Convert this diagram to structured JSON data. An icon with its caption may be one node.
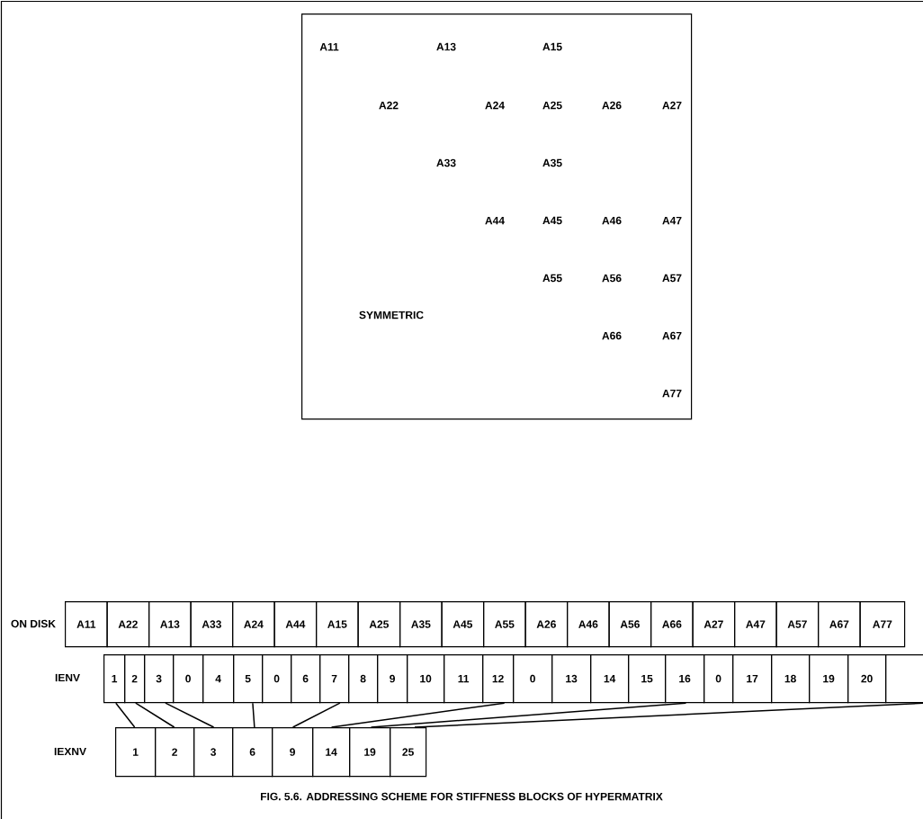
{
  "diagram": {
    "caption": "FIG. 5.6. ADDRESSING SCHEME FOR STIFFNESS BLOCKS OF HYPERMATRIX",
    "nodes": [
      {
        "text": [
          "A11",
          "A13",
          "A15",
          "A22",
          "A24",
          "A25",
          "A26",
          "A27",
          "A33",
          "A35",
          "A44",
          "A45",
          "A46",
          "A47",
          "A55",
          "A56",
          "A57",
          "SYMMETRIC",
          "A66",
          "A67",
          "A77"
        ]
      },
      {
        "text": [
          "A11"
        ]
      },
      {
        "text": [
          "A22"
        ]
      },
      {
        "text": [
          "A13"
        ]
      },
      {
        "text": [
          "A33"
        ]
      },
      {
        "text": [
          "A24"
        ]
      },
      {
        "text": [
          "A44"
        ]
      },
      {
        "text": [
          "A15"
        ]
      },
      {
        "text": [
          "A25"
        ]
      },
      {
        "text": [
          "A35"
        ]
      },
      {
        "text": [
          "A45"
        ]
      },
      {
        "text": [
          "A55"
        ]
      },
      {
        "text": [
          "A26"
        ]
      },
      {
        "text": [
          "A46"
        ]
      },
      {
        "text": [
          "A56"
        ]
      },
      {
        "text": [
          "A66"
        ]
      },
      {
        "text": [
          "A27"
        ]
      },
      {
        "text": [
          "A47"
        ]
      },
      {
        "text": [
          "A57"
        ]
      },
      {
        "text": [
          "A67"
        ]
      },
      {
        "text": [
          "A77"
        ]
      },
      {
        "text": [
          "1"
        ]
      },
      {
        "text": [
          "2"
        ]
      },
      {
        "text": [
          "3"
        ]
      },
      {
        "text": [
          "0"
        ]
      },
      {
        "text": [
          "4"
        ]
      },
      {
        "text": [
          "5"
        ]
      },
      {
        "text": [
          "0"
        ]
      },
      {
        "text": [
          "6"
        ]
      },
      {
        "text": [
          "7"
        ]
      },
      {
        "text": [
          "8"
        ]
      },
      {
        "text": [
          "9"
        ]
      },
      {
        "text": [
          "10"
        ]
      },
      {
        "text": [
          "11"
        ]
      },
      {
        "text": [
          "12"
        ]
      },
      {
        "text": [
          "0"
        ]
      },
      {
        "text": [
          "13"
        ]
      },
      {
        "text": [
          "14"
        ]
      },
      {
        "text": [
          "15"
        ]
      },
      {
        "text": [
          "16"
        ]
      },
      {
        "text": [
          "0"
        ]
      },
      {
        "text": [
          "17"
        ]
      },
      {
        "text": [
          "18"
        ]
      },
      {
        "text": [
          "19"
        ]
      },
      {
        "text": [
          "20"
        ]
      },
      {
        "text": [],
        "shape": "box"
      },
      {
        "text": [
          "1"
        ]
      },
      {
        "text": [
          "2"
        ]
      },
      {
        "text": [
          "3"
        ]
      },
      {
        "text": [
          "6"
        ]
      },
      {
        "text": [
          "9"
        ]
      },
      {
        "text": [
          "14"
        ]
      },
      {
        "text": [
          "19"
        ]
      },
      {
        "text": [
          "25"
        ]
      }
    ],
    "edges": [
      {
        "from": 21,
        "to": 46,
        "arrow": "none"
      },
      {
        "from": 22,
        "to": 47,
        "arrow": "none"
      },
      {
        "from": 23,
        "to": 48,
        "arrow": "none"
      },
      {
        "from": 26,
        "to": 49,
        "arrow": "none"
      },
      {
        "from": 29,
        "to": 50,
        "arrow": "none"
      },
      {
        "from": 34,
        "to": 51,
        "arrow": "none"
      },
      {
        "from": 39,
        "to": 52,
        "arrow": "none"
      },
      {
        "from": 45,
        "to": 53,
        "arrow": "none"
      }
    ],
    "labels": [
      "ON DISK",
      "IENV",
      "IEXNV"
    ]
  }
}
